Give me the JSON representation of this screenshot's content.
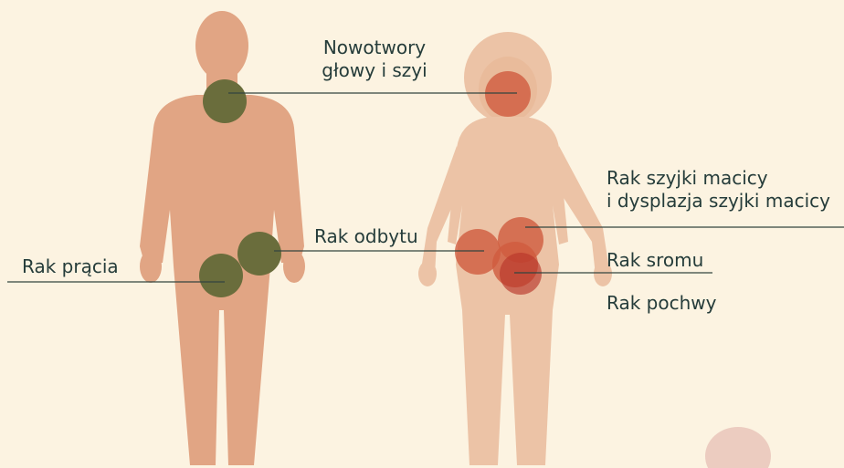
{
  "colors": {
    "background": "#fcf3e1",
    "male_body": "#e1a584",
    "female_body": "#ecc3a6",
    "female_head_face": "#e9bb9b",
    "hpv_site_male": "#6a6d3c",
    "hpv_site_female": "#cf5b3e",
    "leader_line": "#33443f",
    "label_text": "#253c3a"
  },
  "labels": {
    "head_neck_1": "Nowotwory",
    "head_neck_2": "głowy i szyi",
    "anal": "Rak odbytu",
    "penile": "Rak prącia",
    "cervical_1": "Rak szyjki macicy",
    "cervical_2": "i dysplazja szyjki macicy",
    "vulvar": "Rak sromu",
    "vaginal": "Rak pochwy"
  }
}
